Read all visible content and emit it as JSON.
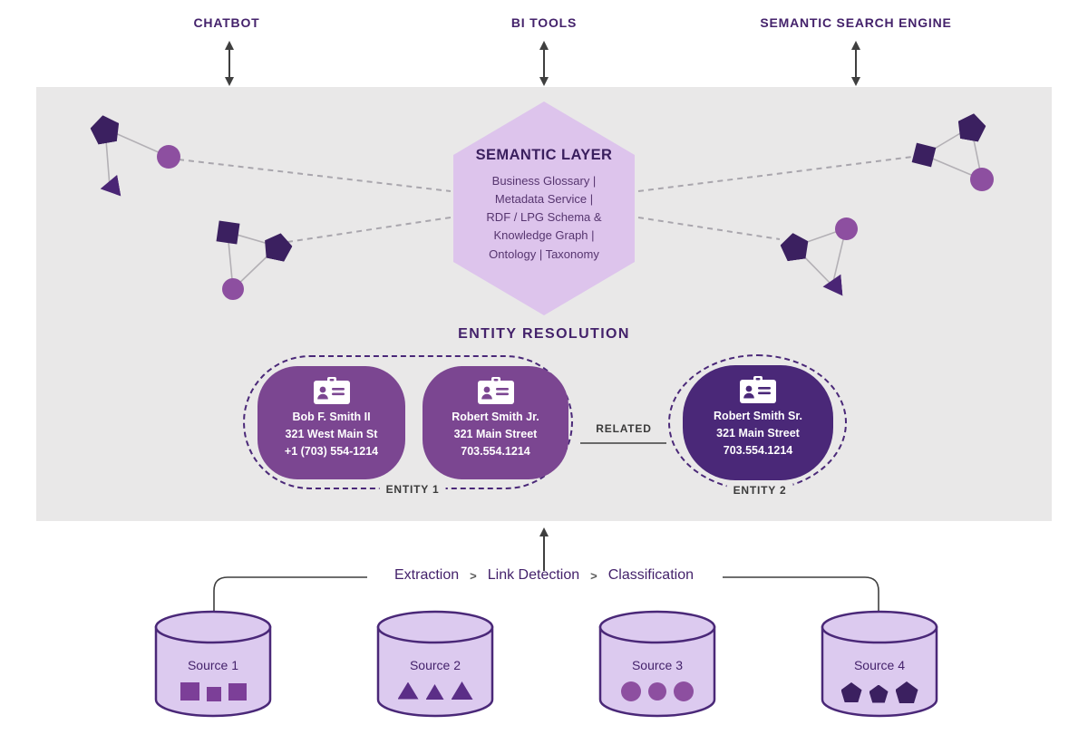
{
  "consumers": [
    {
      "label": "CHATBOT"
    },
    {
      "label": "BI TOOLS"
    },
    {
      "label": "SEMANTIC SEARCH ENGINE"
    }
  ],
  "semantic_layer": {
    "title": "SEMANTIC LAYER",
    "lines": [
      "Business Glossary |",
      "Metadata Service |",
      "RDF / LPG Schema &",
      "Knowledge Graph |",
      "Ontology | Taxonomy"
    ]
  },
  "entity_resolution": {
    "title": "ENTITY RESOLUTION",
    "related_label": "RELATED",
    "entity1": {
      "label": "ENTITY 1",
      "cards": [
        {
          "lines": [
            "Bob F. Smith II",
            "321 West Main St",
            "+1 (703) 554-1214"
          ]
        },
        {
          "lines": [
            "Robert Smith Jr.",
            "321 Main Street",
            "703.554.1214"
          ]
        }
      ]
    },
    "entity2": {
      "label": "ENTITY 2",
      "cards": [
        {
          "lines": [
            "Robert Smith Sr.",
            "321 Main Street",
            "703.554.1214"
          ]
        }
      ]
    }
  },
  "pipeline": {
    "steps": [
      "Extraction",
      "Link Detection",
      "Classification"
    ],
    "separator": ">"
  },
  "sources": [
    {
      "label": "Source 1",
      "shape": "square"
    },
    {
      "label": "Source 2",
      "shape": "triangle"
    },
    {
      "label": "Source 3",
      "shape": "circle"
    },
    {
      "label": "Source 4",
      "shape": "pentagon"
    }
  ],
  "colors": {
    "heading": "#44226b",
    "panel_gray": "#e9e8e8",
    "hexagon_fill": "#ddc4ec",
    "card_purple": "#7b4691",
    "card_dark_purple": "#4a2878",
    "shape_dark": "#3b2060",
    "shape_mid": "#8d4fa0",
    "arrow": "#3f3f3f"
  }
}
